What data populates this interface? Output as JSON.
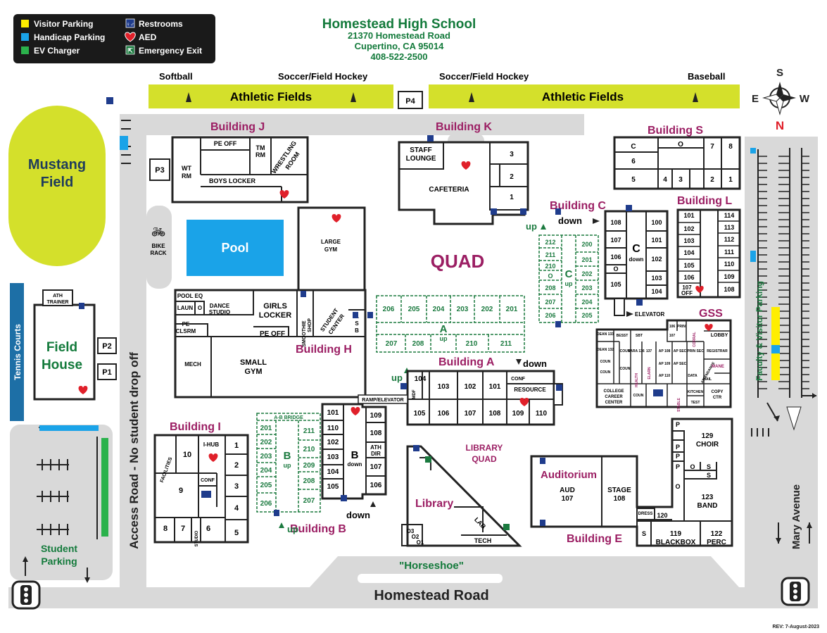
{
  "header": {
    "title": "Homestead High School",
    "address_line1": "21370 Homestead Road",
    "address_line2": "Cupertino, CA 95014",
    "phone": "408-522-2500",
    "revision": "REV: 7-August-2023"
  },
  "legend": {
    "visitor_parking": "Visitor Parking",
    "handicap_parking": "Handicap Parking",
    "ev_charger": "EV Charger",
    "restrooms": "Restrooms",
    "aed": "AED",
    "emergency_exit": "Emergency Exit"
  },
  "compass": {
    "n": "N",
    "s": "S",
    "e": "E",
    "w": "W"
  },
  "fields": {
    "softball": "Softball",
    "soccer_left": "Soccer/Field Hockey",
    "soccer_right": "Soccer/Field Hockey",
    "baseball": "Baseball",
    "athletic_left": "Athletic Fields",
    "athletic_right": "Athletic Fields",
    "mustang_1": "Mustang",
    "mustang_2": "Field",
    "quad": "QUAD",
    "library_quad_1": "LIBRARY",
    "library_quad_2": "QUAD",
    "horseshoe": "\"Horseshoe\""
  },
  "parking": {
    "p1": "P1",
    "p2": "P2",
    "p3": "P3",
    "p4": "P4"
  },
  "roads": {
    "access": "Access Road - No student drop off",
    "homestead": "Homestead Road",
    "mary": "Mary Avenue",
    "faculty": "Faculty & Visitor Parking",
    "tennis": "Tennis Courts",
    "student_parking_1": "Student",
    "student_parking_2": "Parking"
  },
  "field_house": {
    "line1": "Field",
    "line2": "House",
    "ath_trainer_1": "ATH",
    "ath_trainer_2": "TRAINER"
  },
  "bike_rack": {
    "line1": "BIKE",
    "line2": "RACK"
  },
  "pool": "Pool",
  "buildings": {
    "j": "Building J",
    "k": "Building K",
    "s": "Building S",
    "c": "Building C",
    "l": "Building L",
    "h": "Building H",
    "a": "Building A",
    "i": "Building I",
    "b": "Building B",
    "e": "Building E",
    "gss": "GSS",
    "library": "Library",
    "auditorium": "Auditorium"
  },
  "rooms_j": {
    "pe_off": "PE OFF",
    "tm_1": "TM",
    "tm_2": "RM",
    "wt_1": "WT",
    "wt_2": "RM",
    "wrestling_1": "WRESTLING",
    "wrestling_2": "ROOM",
    "boys_locker": "BOYS LOCKER"
  },
  "rooms_k": {
    "staff_1": "STAFF",
    "staff_2": "LOUNGE",
    "cafeteria": "CAFETERIA",
    "r3": "3",
    "r2": "2",
    "r1": "1"
  },
  "rooms_s": {
    "c": "C",
    "o": "O",
    "r7": "7",
    "r8": "8",
    "r6": "6",
    "r5": "5",
    "r4": "4",
    "r3": "3",
    "r2": "2",
    "r1": "1"
  },
  "rooms_h": {
    "pool_eq": "POOL EQ",
    "laun": "LAUN",
    "o": "O",
    "dance_1": "DANCE",
    "dance_2": "STUDIO",
    "girls_1": "GIRLS",
    "girls_2": "LOCKER",
    "pe_cls_1": "PE",
    "pe_cls_2": "CLSRM",
    "pe_off": "PE OFF",
    "mech": "MECH",
    "small_1": "SMALL",
    "small_2": "GYM",
    "large_1": "LARGE",
    "large_2": "GYM",
    "smoothie_1": "SMOOTHIE",
    "smoothie_2": "SHOP",
    "student_1": "STUDENT",
    "student_2": "CENTER",
    "asb_1": "A",
    "asb_2": "S",
    "asb_3": "B"
  },
  "rooms_c": {
    "r108": "108",
    "r100": "100",
    "r107": "107",
    "r101": "101",
    "r106": "106",
    "r102": "102",
    "o": "O",
    "r105": "105",
    "r103": "103",
    "r104": "104",
    "c": "C",
    "down": "down",
    "elevator": "ELEVATOR",
    "u212": "212",
    "u211": "211",
    "u210": "210",
    "uo": "O",
    "u208": "208",
    "u207": "207",
    "u206": "206",
    "u200": "200",
    "u201": "201",
    "u202": "202",
    "u203": "203",
    "u204": "204",
    "u205": "205",
    "uc": "C",
    "uup": "up"
  },
  "rooms_l": {
    "r101": "101",
    "r114": "114",
    "r102": "102",
    "r113": "113",
    "r103": "103",
    "r112": "112",
    "r104": "104",
    "r111": "111",
    "r105": "105",
    "r110": "110",
    "r106": "106",
    "r109": "109",
    "r107": "107",
    "r107off": "OFF",
    "r108": "108"
  },
  "rooms_a_up": {
    "r206": "206",
    "r205": "205",
    "r204": "204",
    "r203": "203",
    "r202": "202",
    "r201": "201",
    "r207": "207",
    "r208": "208",
    "r210": "210",
    "r211": "211",
    "a": "A",
    "up": "up"
  },
  "rooms_a": {
    "r104": "104",
    "r103": "103",
    "r102": "102",
    "r101": "101",
    "conf": "CONF",
    "resource": "RESOURCE",
    "mdf": "MDF",
    "r105": "105",
    "r106": "106",
    "r107": "107",
    "r108": "108",
    "r109": "109",
    "r110": "110",
    "ramp": "RAMP/ELEVATOR"
  },
  "rooms_b": {
    "r101": "101",
    "r109": "109",
    "r110": "110",
    "r108": "108",
    "r102": "102",
    "ath_1": "ATH",
    "ath_2": "DIR",
    "r103": "103",
    "r107": "107",
    "r104": "104",
    "r105": "105",
    "r106": "106",
    "b": "B",
    "down": "down"
  },
  "rooms_b_up": {
    "bridge": "A-B BRIDGE",
    "r201": "201",
    "r211": "211",
    "r202": "202",
    "r203": "203",
    "r210": "210",
    "r204": "204",
    "r209": "209",
    "r205": "205",
    "r208": "208",
    "r206": "206",
    "r207": "207",
    "b": "B",
    "up": "up"
  },
  "rooms_i": {
    "facilities": "FACILITIES",
    "r10": "10",
    "ihub": "I-HUB",
    "r1": "1",
    "r2": "2",
    "conf": "CONF",
    "r9": "9",
    "r3": "3",
    "r4": "4",
    "r8": "8",
    "r7": "7",
    "studio": "STUDIO",
    "r6": "6",
    "r5": "5"
  },
  "rooms_lib": {
    "lab": "LAB",
    "tech": "TECH",
    "o3": "O3",
    "o2": "O2",
    "o1": "O1"
  },
  "rooms_e": {
    "aud_1": "AUD",
    "aud_2": "107",
    "stage_1": "STAGE",
    "stage_2": "108",
    "dress": "DRESS",
    "r120": "120",
    "p": "P",
    "o": "O",
    "s": "S",
    "choir_1": "129",
    "choir_2": "CHOIR",
    "band_1": "123",
    "band_2": "BAND",
    "bb_1": "119",
    "bb_2": "BLACKBOX",
    "perc_1": "122",
    "perc_2": "PERC"
  },
  "rooms_gss": {
    "dean133": "DEAN 133",
    "besst": "BESST",
    "sbt": "SBT",
    "prin": "PRIN",
    "r106": "106",
    "r107": "107",
    "corral": "CORRAL",
    "lobby": "LOBBY",
    "dean132": "DEAN 132",
    "coun": "COUN",
    "para": "PARA 136",
    "r137": "137",
    "ap108": "AP 108",
    "ap_sec": "AP SEC",
    "prin_sec": "PRIN SEC",
    "registrar": "REGISTRAR",
    "attendance": "ATTENDANCE",
    "mane": "MANE",
    "ap109": "AP 109",
    "ap110": "AP 110",
    "health": "HEALTH",
    "elarn": "ELARN",
    "data": "DATA",
    "mail": "MAIL",
    "ccc_1": "COLLEGE",
    "ccc_2": "CAREER",
    "ccc_3": "CENTER",
    "stable": "STABLE",
    "kitchen": "KITCHEN",
    "test": "TEST",
    "copy_1": "COPY",
    "copy_2": "CTR"
  },
  "labels": {
    "up": "up",
    "down": "down"
  },
  "colors": {
    "field_yellow": "#d4e02b",
    "building_title": "#9b1e63",
    "header_green": "#137a3b",
    "road_gray": "#d9d9d9",
    "pool_blue": "#1aa3e8",
    "tennis_blue": "#1d6fa6",
    "upstairs_green": "#1b7a3f"
  }
}
